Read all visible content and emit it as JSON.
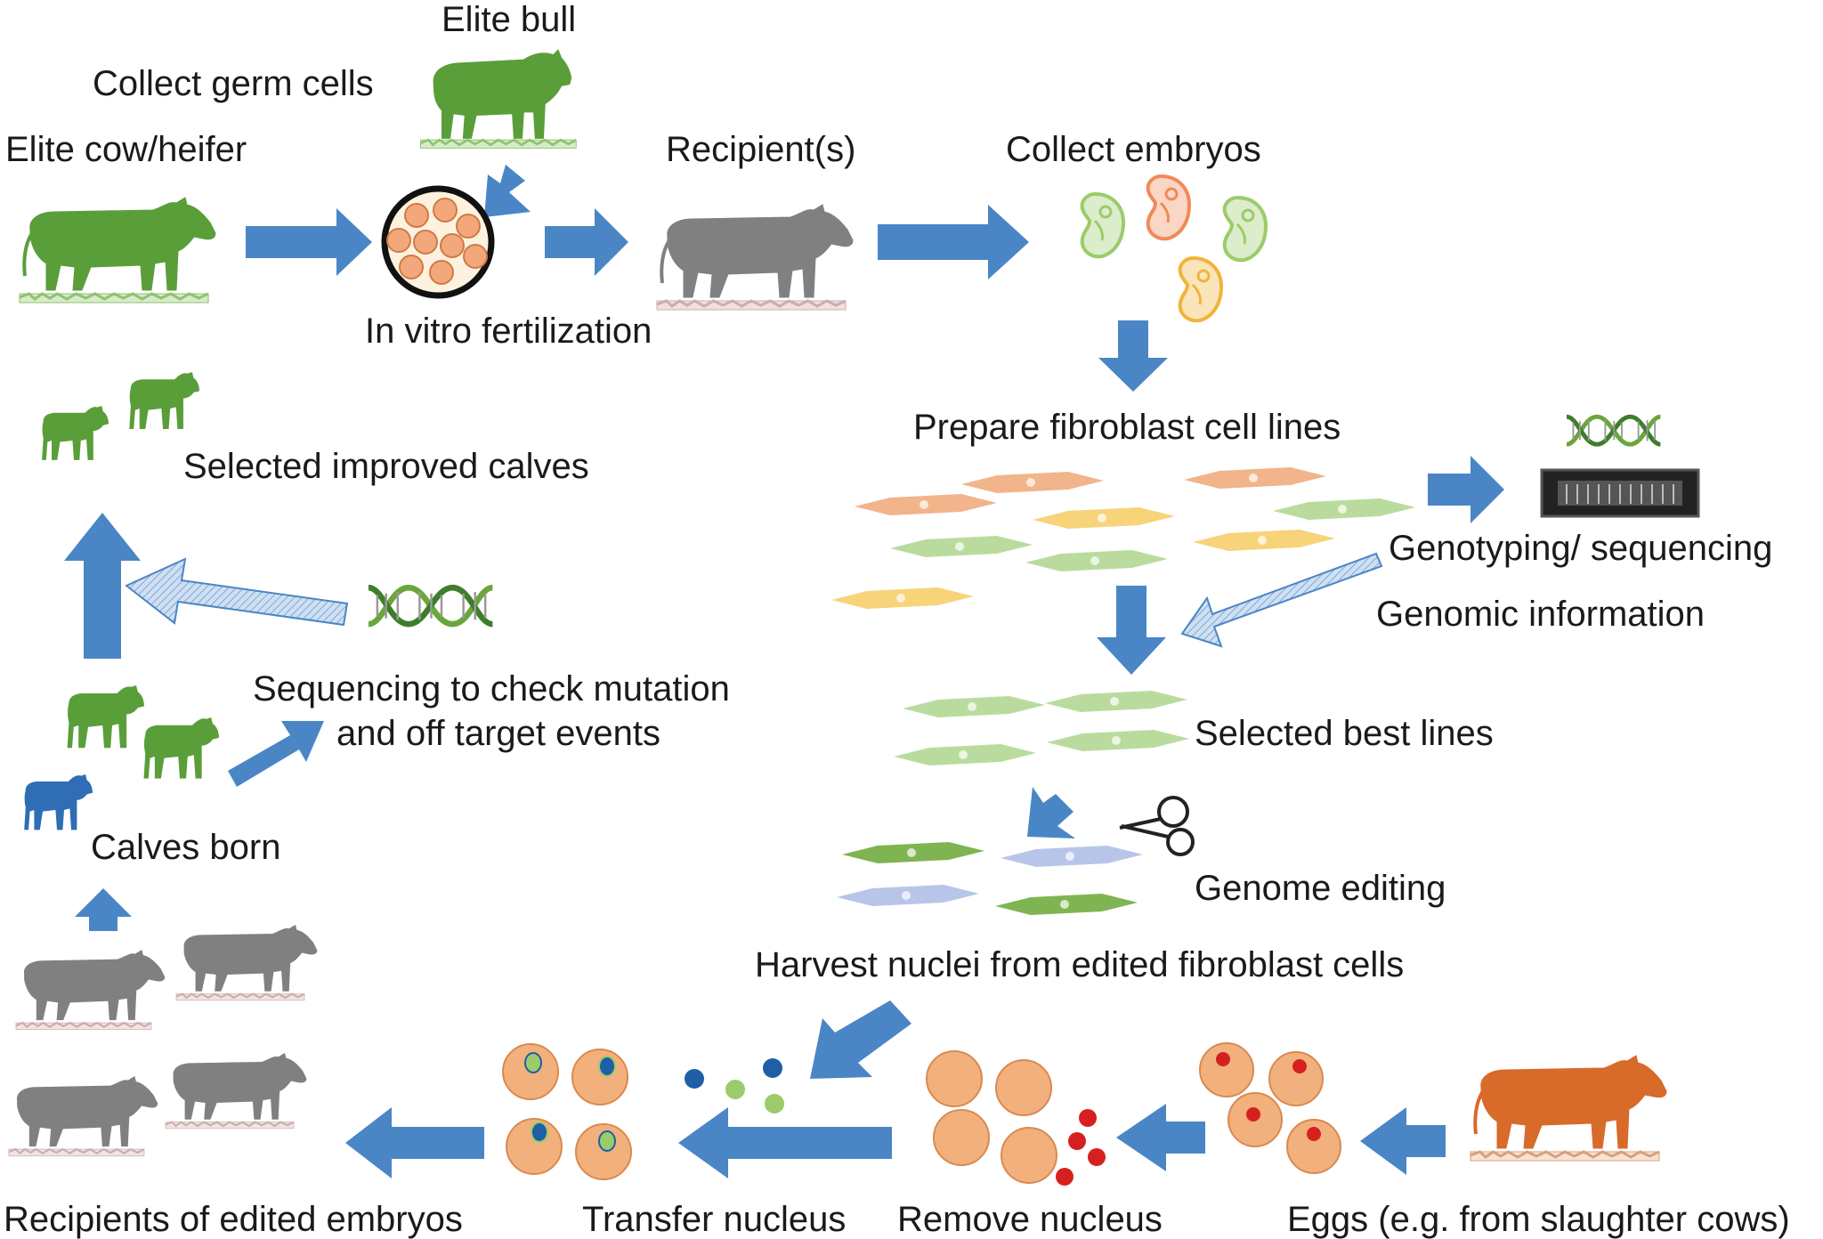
{
  "labels": {
    "elite_bull": "Elite bull",
    "collect_germ_cells": "Collect germ cells",
    "elite_cow": "Elite cow/heifer",
    "recipients": "Recipient(s)",
    "collect_embryos": "Collect embryos",
    "in_vitro": "In vitro fertilization",
    "selected_calves": "Selected improved calves",
    "prepare_fibroblast": "Prepare fibroblast cell lines",
    "genotyping": "Genotyping/ sequencing",
    "genomic_info": "Genomic information",
    "sequencing_check_1": "Sequencing to check mutation",
    "sequencing_check_2": "and off target events",
    "selected_best_lines": "Selected best lines",
    "calves_born": "Calves born",
    "genome_editing": "Genome editing",
    "harvest_nuclei": "Harvest nuclei from edited fibroblast cells",
    "recipients_edited": "Recipients of edited embryos",
    "transfer_nucleus": "Transfer nucleus",
    "remove_nucleus": "Remove nucleus",
    "eggs": "Eggs (e.g. from slaughter cows)"
  },
  "colors": {
    "arrow": "#4a86c5",
    "arrow_hatched": "#9dc3e6",
    "cow_green": "#5a9e3a",
    "cow_gray": "#808080",
    "cow_orange": "#d86a2a",
    "calf_blue": "#2f6db5",
    "egg": "#f2b07c",
    "nucleus_red": "#d62020",
    "nucleus_blue": "#1f5fa5",
    "nucleus_green": "#9ccb6a"
  }
}
